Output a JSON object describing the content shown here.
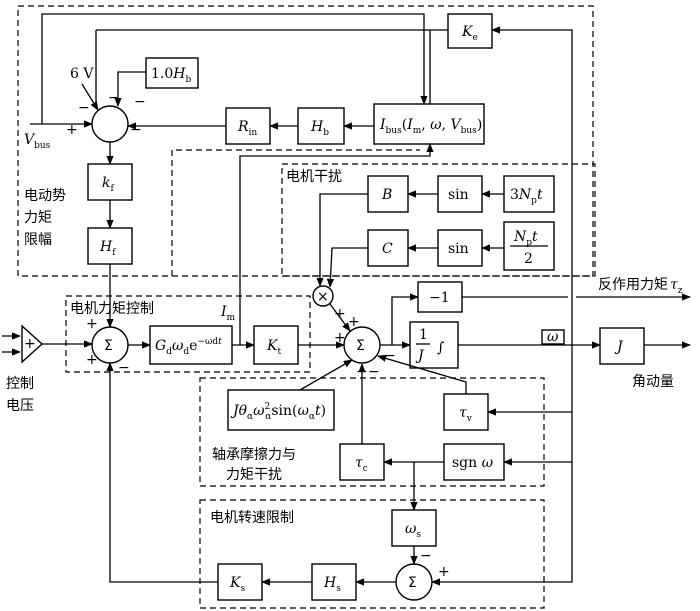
{
  "regions": {
    "emf_limit": "电动势力矩限幅",
    "emf_limit_lines": [
      "电动势",
      "力矩",
      "限幅"
    ],
    "motor_disturbance": "电机干扰",
    "motor_torque_control": "电机力矩控制",
    "bearing_friction": "轴承摩擦力与力矩干扰",
    "bearing_friction_lines": [
      "轴承摩擦力与",
      "力矩干扰"
    ],
    "motor_speed_limit": "电机转速限制"
  },
  "blocks": {
    "Ke": "K_e",
    "Hb1": "1.0H_b",
    "Rin": "R_in",
    "Hb2": "H_b",
    "Ibus": "I_bus(I_m, ω, V_bus)",
    "kf": "k_f",
    "Hf": "H_f",
    "B": "B",
    "C": "C",
    "sin1": "sin",
    "sin2": "sin",
    "N3t": "3N_p t",
    "Npt2": "N_p t / 2",
    "neg1": "−1",
    "Gd": "G_d ω_d e^(−ω_d t)",
    "Kt": "K_t",
    "integ": "1/J ∫",
    "J": "J",
    "jtheta": "Jθ_α ω_α² sin(ω_α t)",
    "tauv": "τ_v",
    "tauc": "τ_c",
    "sgn": "sgn ω",
    "omegas": "ω_s",
    "Hs": "H_s",
    "Ks": "K_s"
  },
  "signals": {
    "six_v": "6 V",
    "vbus": "V_bus",
    "im": "I_m",
    "omega": "ω",
    "reaction_torque": "反作用力矩τ_z",
    "reaction_torque_text": "反作用力矩",
    "angular_momentum": "角动量",
    "control_voltage": "控制电压",
    "control_voltage_lines": [
      "控制",
      "电压"
    ]
  },
  "symbols": {
    "sigma": "Σ",
    "times": "×",
    "plus": "+",
    "minus": "−"
  }
}
